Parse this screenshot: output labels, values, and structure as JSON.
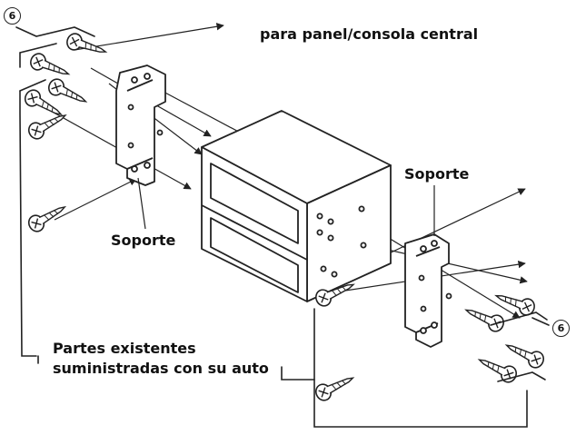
{
  "labels": {
    "panel": "para panel/consola central",
    "bracket_left": "Soporte",
    "bracket_right": "Soporte",
    "parts_line1": "Partes existentes",
    "parts_line2": "suministradas con su auto"
  },
  "callouts": {
    "top_left": "6",
    "bottom_right": "6"
  },
  "colors": {
    "ink": "#222222",
    "background": "#ffffff"
  }
}
